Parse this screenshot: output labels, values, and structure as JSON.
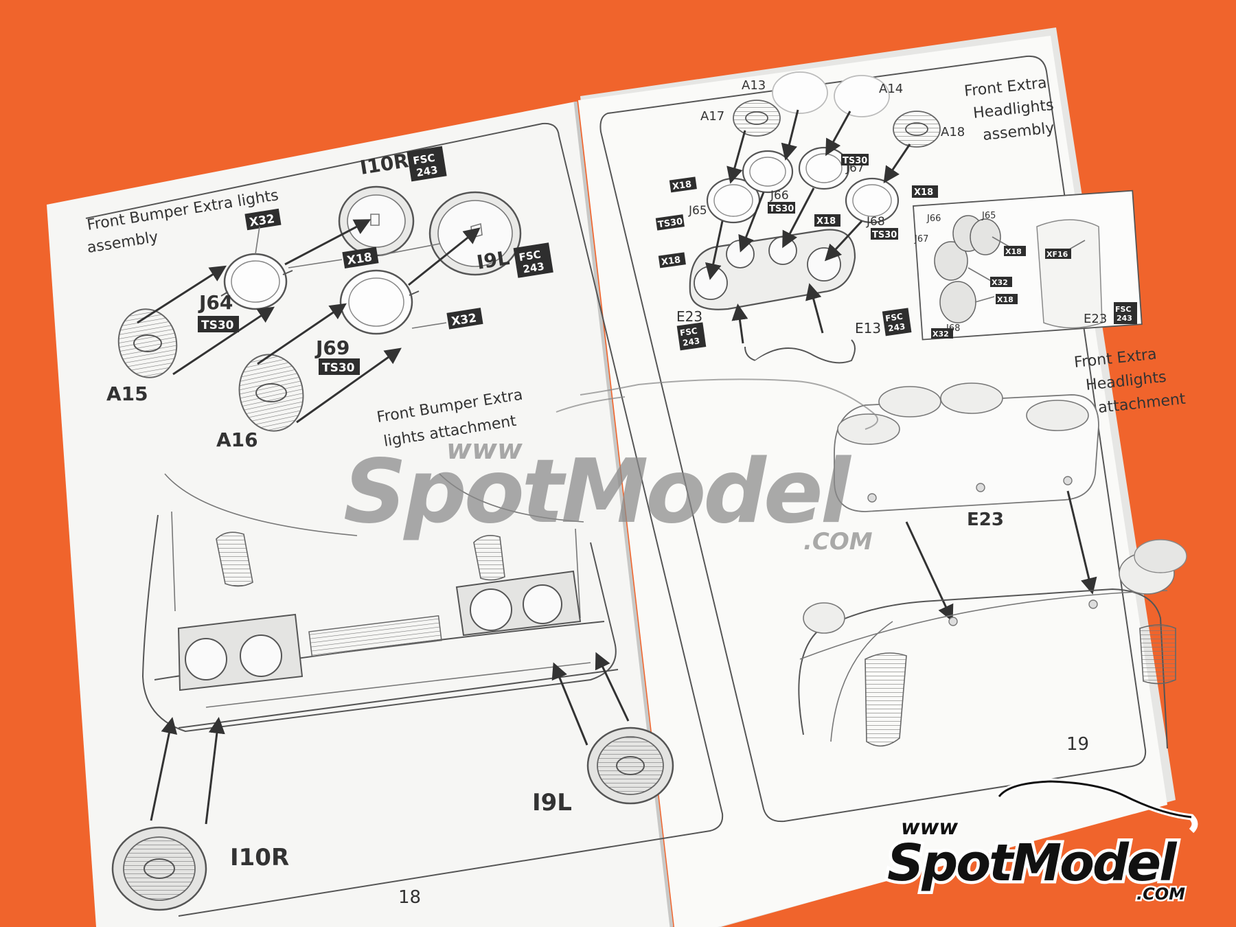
{
  "colors": {
    "background": "#f0642c",
    "paper": "#f7f7f5",
    "ink": "#333333",
    "tag": "#2e2e2e",
    "watermark": "#8a8a8a"
  },
  "left_page": {
    "number": "18",
    "assembly_title_1": "Front Bumper Extra lights",
    "assembly_title_2": "assembly",
    "attach_title_1": "Front Bumper Extra",
    "attach_title_2": "lights attachment",
    "parts": {
      "i10r": "I10R",
      "i9l": "I9L",
      "j64": "J64",
      "j69": "J69",
      "a15": "A15",
      "a16": "A16",
      "x18": "X18",
      "x32": "X32",
      "x32b": "X32",
      "i9l_bottom": "I9L",
      "i10r_bottom": "I10R"
    },
    "tags": {
      "ts30_a": "TS30",
      "ts30_b": "TS30",
      "fsc_top": "FSC",
      "fsc_num": "243"
    }
  },
  "right_page": {
    "number": "19",
    "assembly_title_1": "Front Extra",
    "assembly_title_2": "Headlights",
    "assembly_title_3": "assembly",
    "attach_title_1": "Front Extra",
    "attach_title_2": "Headlights",
    "attach_title_3": "attachment",
    "parts": {
      "a13": "A13",
      "a14": "A14",
      "a17": "A17",
      "a18": "A18",
      "j65": "J65",
      "j66": "J66",
      "j67": "J67",
      "j68": "J68",
      "e23": "E23",
      "e13": "E13",
      "e23_bottom": "E23",
      "inset_j65": "J65",
      "inset_j66": "J66",
      "inset_j67": "J67",
      "inset_j68": "J68",
      "inset_e23": "E23"
    },
    "tags": {
      "x18": "X18",
      "ts30": "TS30",
      "x32": "X32",
      "xf16": "XF16",
      "fsc": "FSC",
      "fsc_num": "243"
    }
  },
  "watermark": {
    "www": "www",
    "brand": "SpotModel",
    "com": ".COM"
  },
  "logo": {
    "www": "www",
    "brand": "SpotModel",
    "com": ".COM"
  }
}
